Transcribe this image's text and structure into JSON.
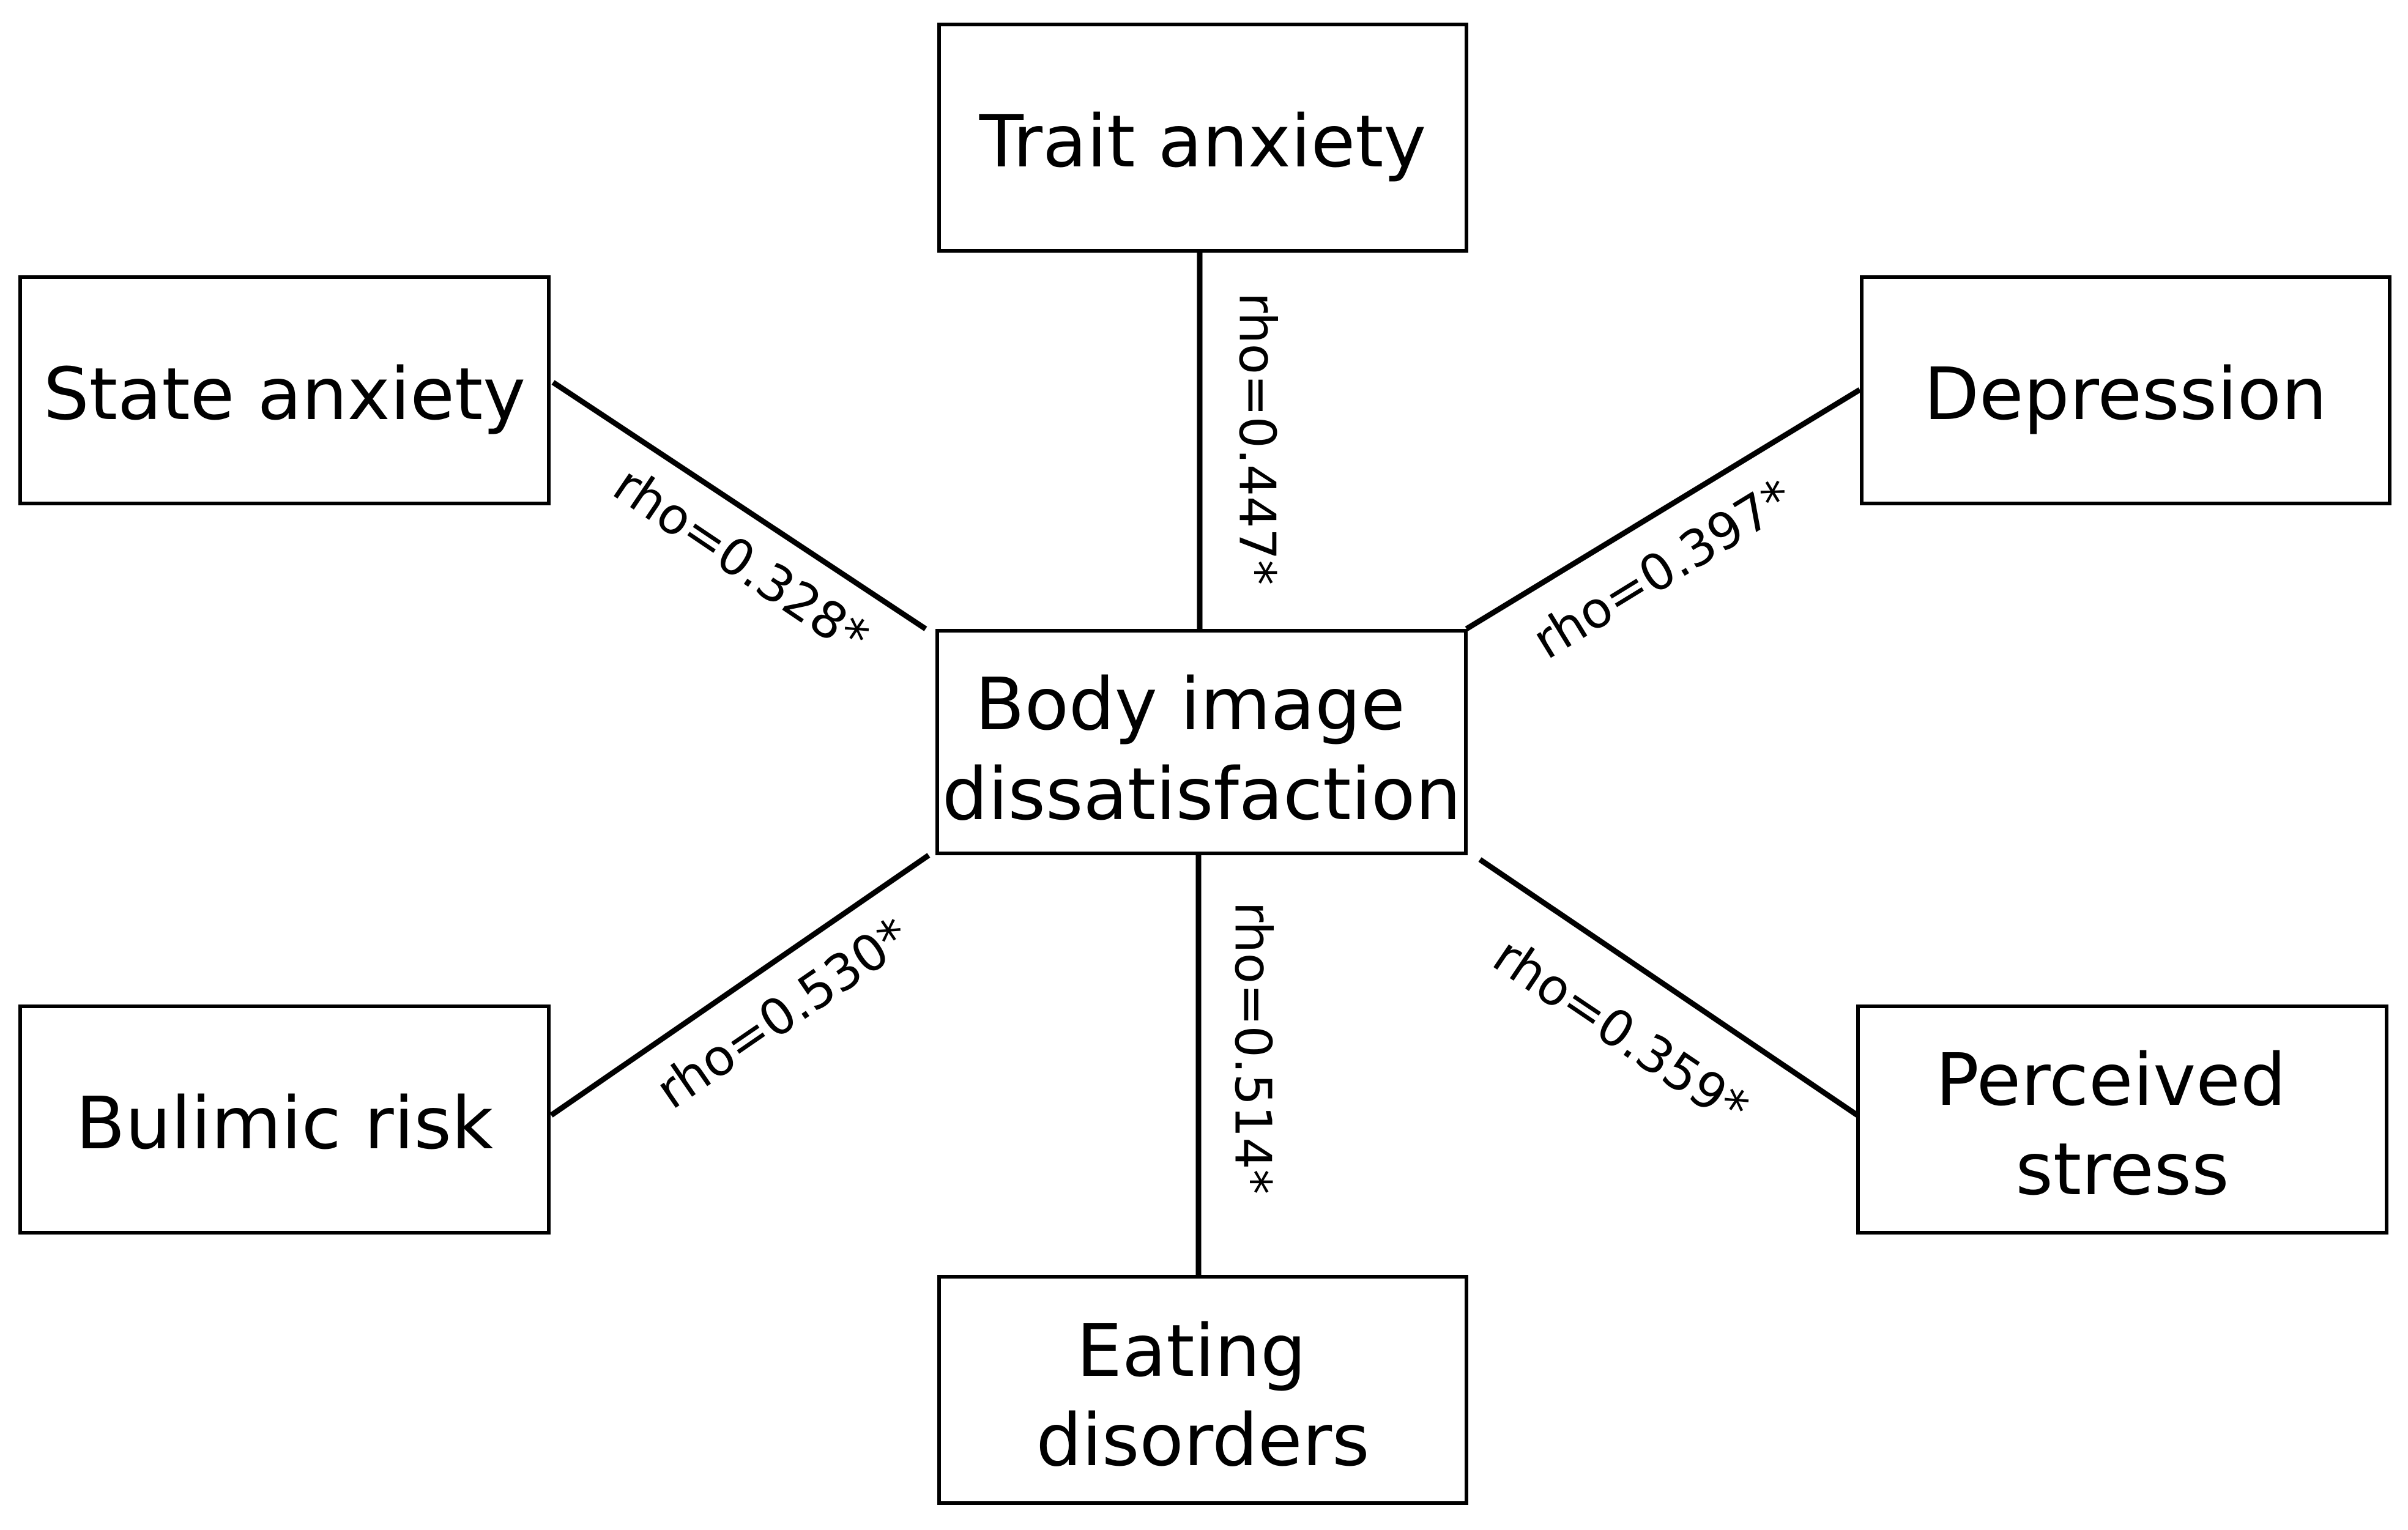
{
  "diagram": {
    "center": {
      "lines": [
        "Body image",
        "dissatisfaction"
      ]
    },
    "nodes": {
      "trait_anxiety": {
        "lines": [
          "Trait anxiety"
        ]
      },
      "state_anxiety": {
        "lines": [
          "State anxiety"
        ]
      },
      "depression": {
        "lines": [
          "Depression"
        ]
      },
      "bulimic_risk": {
        "lines": [
          "Bulimic risk"
        ]
      },
      "eating_disorders": {
        "lines": [
          "Eating",
          "disorders"
        ]
      },
      "perceived_stress": {
        "lines": [
          "Perceived",
          "stress"
        ]
      }
    },
    "edges": {
      "trait_anxiety": "rho=0.447*",
      "state_anxiety": "rho=0.328*",
      "depression": "rho=0.397*",
      "bulimic_risk": "rho=0.530*",
      "eating_disorders": "rho=0.514*",
      "perceived_stress": "rho=0.359*"
    }
  }
}
